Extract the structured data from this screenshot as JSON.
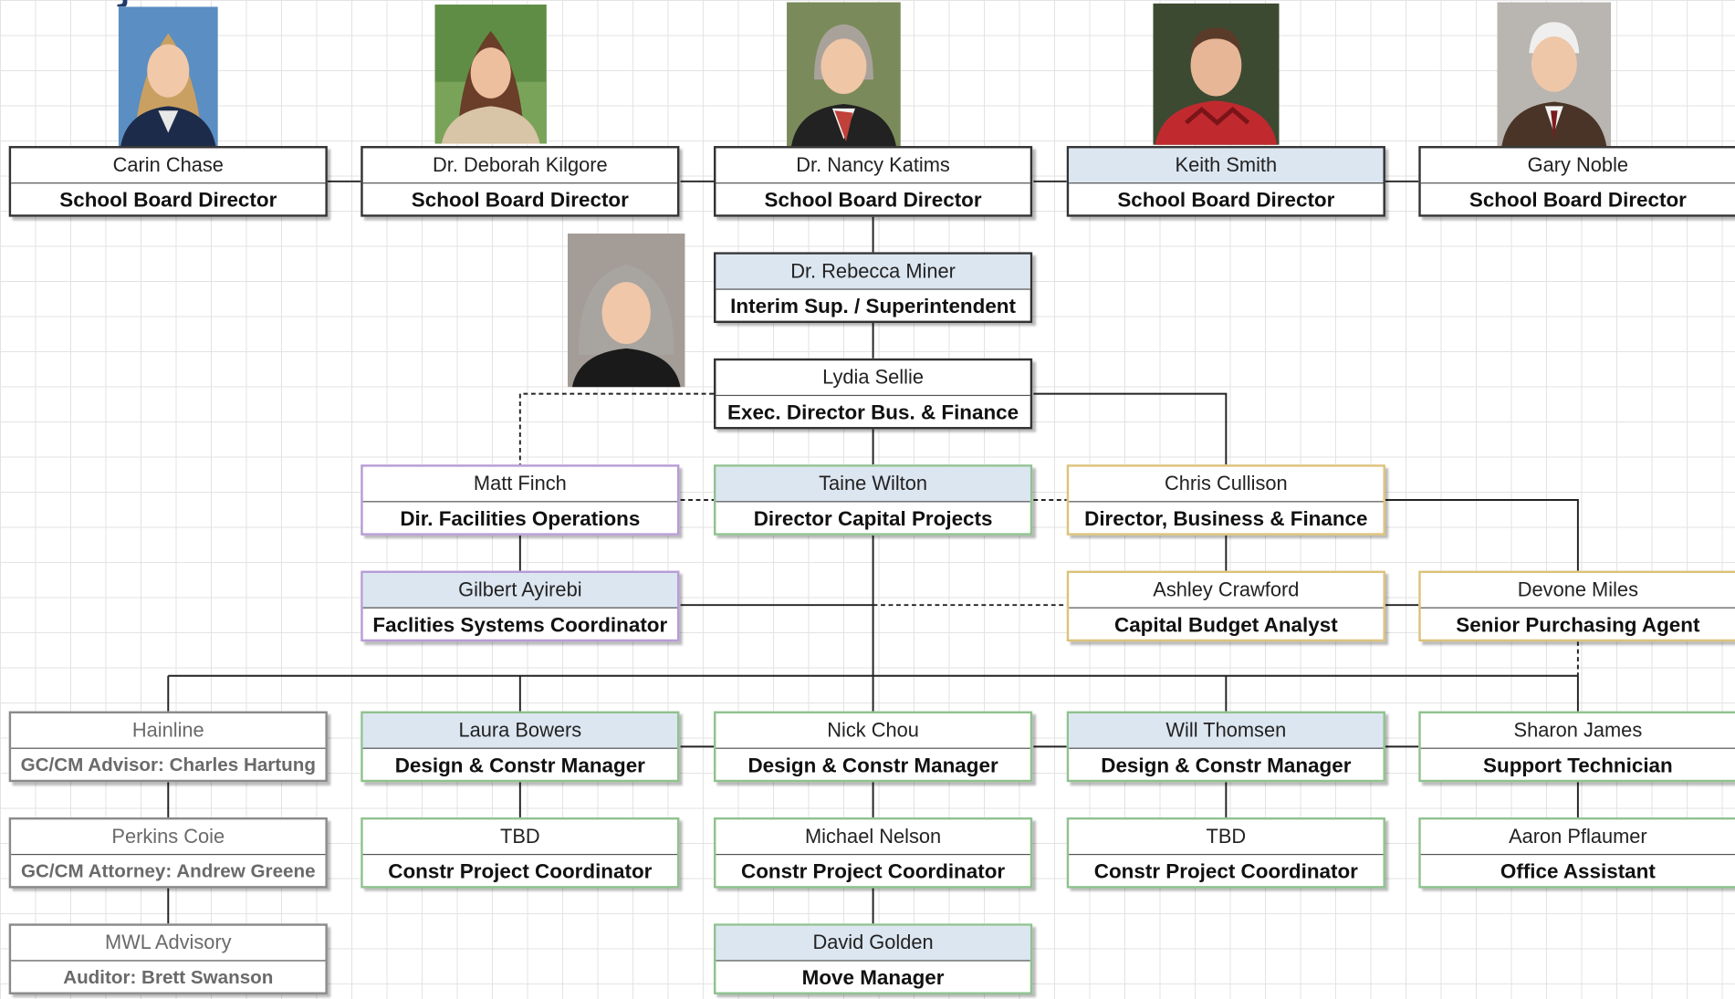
{
  "colors": {
    "highlight": "#dce6f1",
    "purple": "#b79cd6",
    "green": "#8fc28f",
    "gold": "#dcc27a",
    "grey": "#8a8a8a",
    "title_blue": "#1f3a6b"
  },
  "photo_icons": [
    "board-director-photo",
    "superintendent-photo"
  ],
  "nodes": {
    "chase": {
      "name": "Carin Chase",
      "role": "School Board Director"
    },
    "kilgore": {
      "name": "Dr. Deborah Kilgore",
      "role": "School Board Director"
    },
    "katims": {
      "name": "Dr. Nancy Katims",
      "role": "School Board Director"
    },
    "smith": {
      "name": "Keith Smith",
      "role": "School Board Director"
    },
    "noble": {
      "name": "Gary Noble",
      "role": "School Board Director"
    },
    "miner": {
      "name": "Dr. Rebecca Miner",
      "role": "Interim Sup. / Superintendent"
    },
    "sellie": {
      "name": "Lydia Sellie",
      "role": "Exec. Director Bus. & Finance"
    },
    "finch": {
      "name": "Matt Finch",
      "role": "Dir. Facilities Operations"
    },
    "wilton": {
      "name": "Taine Wilton",
      "role": "Director Capital Projects"
    },
    "cullison": {
      "name": "Chris Cullison",
      "role": "Director, Business & Finance"
    },
    "ayirebi": {
      "name": "Gilbert Ayirebi",
      "role": "Faclities Systems Coordinator"
    },
    "crawford": {
      "name": "Ashley Crawford",
      "role": "Capital Budget Analyst"
    },
    "miles": {
      "name": "Devone Miles",
      "role": "Senior Purchasing Agent"
    },
    "hainline": {
      "name": "Hainline",
      "role": "GC/CM Advisor: Charles Hartung"
    },
    "bowers": {
      "name": "Laura Bowers",
      "role": "Design & Constr Manager"
    },
    "chou": {
      "name": "Nick Chou",
      "role": "Design & Constr Manager"
    },
    "thomsen": {
      "name": "Will Thomsen",
      "role": "Design & Constr Manager"
    },
    "james": {
      "name": "Sharon James",
      "role": "Support Technician"
    },
    "perkins": {
      "name": "Perkins Coie",
      "role": "GC/CM Attorney: Andrew Greene"
    },
    "tbd1": {
      "name": "TBD",
      "role": "Constr Project Coordinator"
    },
    "nelson": {
      "name": "Michael Nelson",
      "role": "Constr Project Coordinator"
    },
    "tbd2": {
      "name": "TBD",
      "role": "Constr Project Coordinator"
    },
    "pflaumer": {
      "name": "Aaron Pflaumer",
      "role": "Office Assistant"
    },
    "mwl": {
      "name": "MWL Advisory",
      "role": "Auditor: Brett Swanson"
    },
    "golden": {
      "name": "David Golden",
      "role": "Move Manager"
    }
  }
}
